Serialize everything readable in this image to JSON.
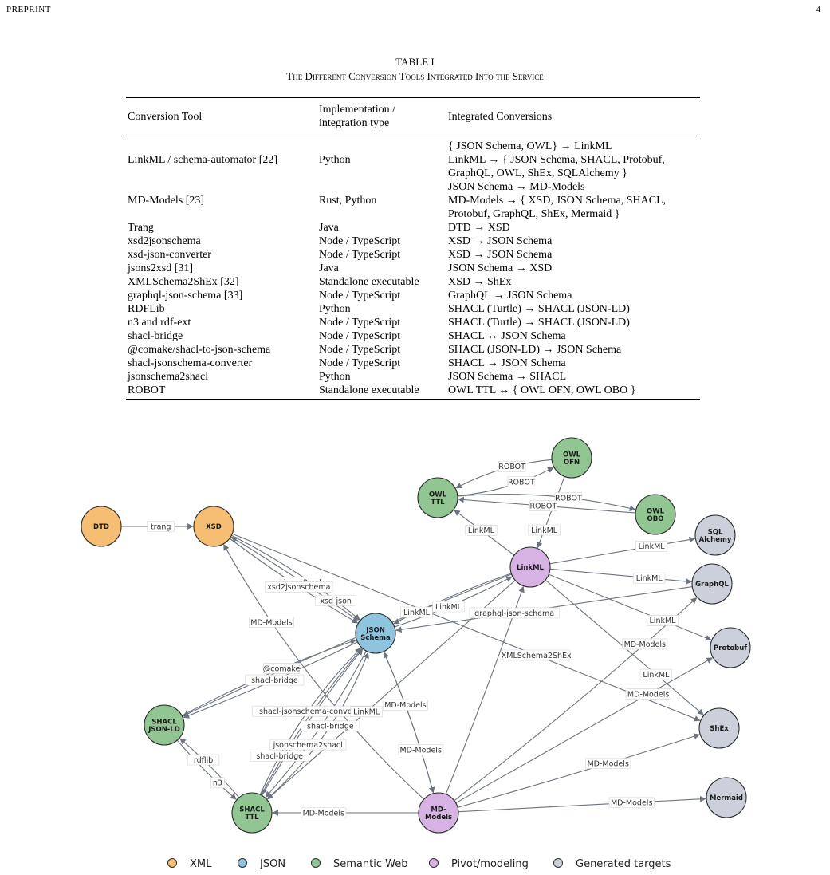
{
  "header": {
    "left": "PREPRINT",
    "right": "4"
  },
  "table": {
    "caption_number": "TABLE I",
    "caption_title": "The Different Conversion Tools Integrated Into the Service",
    "headers": [
      "Conversion Tool",
      "Implementation / integration type",
      "Integrated Conversions"
    ],
    "header_impl_lines": [
      "Implementation /",
      "integration type"
    ],
    "rows": [
      {
        "tool": "LinkML / schema-automator [22]",
        "impl": "Python",
        "conversions": [
          "{ JSON Schema, OWL} → LinkML",
          "LinkML → { JSON Schema, SHACL, Protobuf,",
          "GraphQL, OWL, ShEx, SQLAlchemy }"
        ]
      },
      {
        "tool": "MD-Models [23]",
        "impl": "Rust, Python",
        "conversions": [
          "JSON Schema → MD-Models",
          "MD-Models → { XSD, JSON Schema, SHACL,",
          "Protobuf, GraphQL, ShEx, Mermaid }"
        ]
      },
      {
        "tool": "Trang",
        "impl": "Java",
        "conversions": [
          "DTD → XSD"
        ]
      },
      {
        "tool": "xsd2jsonschema",
        "impl": "Node / TypeScript",
        "conversions": [
          "XSD → JSON Schema"
        ]
      },
      {
        "tool": "xsd-json-converter",
        "impl": "Node / TypeScript",
        "conversions": [
          "XSD → JSON Schema"
        ]
      },
      {
        "tool": "jsons2xsd [31]",
        "impl": "Java",
        "conversions": [
          "JSON Schema → XSD"
        ]
      },
      {
        "tool": "XMLSchema2ShEx [32]",
        "impl": "Standalone executable",
        "conversions": [
          "XSD → ShEx"
        ]
      },
      {
        "tool": "graphql-json-schema [33]",
        "impl": "Node / TypeScript",
        "conversions": [
          "GraphQL → JSON Schema"
        ]
      },
      {
        "tool": "RDFLib",
        "impl": "Python",
        "conversions": [
          "SHACL (Turtle) → SHACL (JSON-LD)"
        ]
      },
      {
        "tool": "n3 and rdf-ext",
        "impl": "Node / TypeScript",
        "conversions": [
          "SHACL (Turtle) → SHACL (JSON-LD)"
        ]
      },
      {
        "tool": "shacl-bridge",
        "impl": "Node / TypeScript",
        "conversions": [
          "SHACL ↔ JSON Schema"
        ]
      },
      {
        "tool": "@comake/shacl-to-json-schema",
        "impl": "Node / TypeScript",
        "conversions": [
          "SHACL (JSON-LD) → JSON Schema"
        ]
      },
      {
        "tool": "shacl-jsonschema-converter",
        "impl": "Node / TypeScript",
        "conversions": [
          "SHACL → JSON Schema"
        ]
      },
      {
        "tool": "jsonschema2shacl",
        "impl": "Python",
        "conversions": [
          "JSON Schema → SHACL"
        ]
      },
      {
        "tool": "ROBOT",
        "impl": "Standalone executable",
        "conversions": [
          "OWL TTL ↔ { OWL OFN, OWL OBO }"
        ]
      }
    ]
  },
  "graph": {
    "colors": {
      "XML": "#f5be72",
      "JSON": "#8ec4de",
      "Semantic Web": "#91c591",
      "Pivot/modeling": "#d6b3e3",
      "Generated targets": "#ccd0da"
    },
    "nodes": {
      "dtd": [
        "DTD"
      ],
      "xsd": [
        "XSD"
      ],
      "owl_ttl": [
        "OWL",
        "TTL"
      ],
      "owl_ofn": [
        "OWL",
        "OFN"
      ],
      "owl_obo": [
        "OWL",
        "OBO"
      ],
      "linkml": [
        "LinkML"
      ],
      "json_schema": [
        "JSON",
        "Schema"
      ],
      "shacl_jsonld": [
        "SHACL",
        "JSON-LD"
      ],
      "shacl_ttl": [
        "SHACL",
        "TTL"
      ],
      "md_models": [
        "MD-",
        "Models"
      ],
      "sql_alchemy": [
        "SQL",
        "Alchemy"
      ],
      "graphql": [
        "GraphQL"
      ],
      "protobuf": [
        "Protobuf"
      ],
      "shex": [
        "ShEx"
      ],
      "mermaid": [
        "Mermaid"
      ]
    },
    "edge_labels": {
      "trang": "trang",
      "robot": "ROBOT",
      "linkml": "LinkML",
      "jsons2xsd": "jsons2xsd",
      "xsd2jsonschema": "xsd2jsonschema",
      "md_models": "MD-Models",
      "xsd_json": "xsd-json",
      "graphql_json_schema": "graphql-json-schema",
      "xmlschema2shex": "XMLSchema2ShEx",
      "comake": "@comake",
      "shacl_bridge": "shacl-bridge",
      "shacl_jsonschema_converter": "shacl-jsonschema-converter",
      "jsonschema2shacl": "jsonschema2shacl",
      "n3": "n3",
      "rdflib": "rdflib"
    },
    "legend": [
      "XML",
      "JSON",
      "Semantic Web",
      "Pivot/modeling",
      "Generated targets"
    ]
  }
}
